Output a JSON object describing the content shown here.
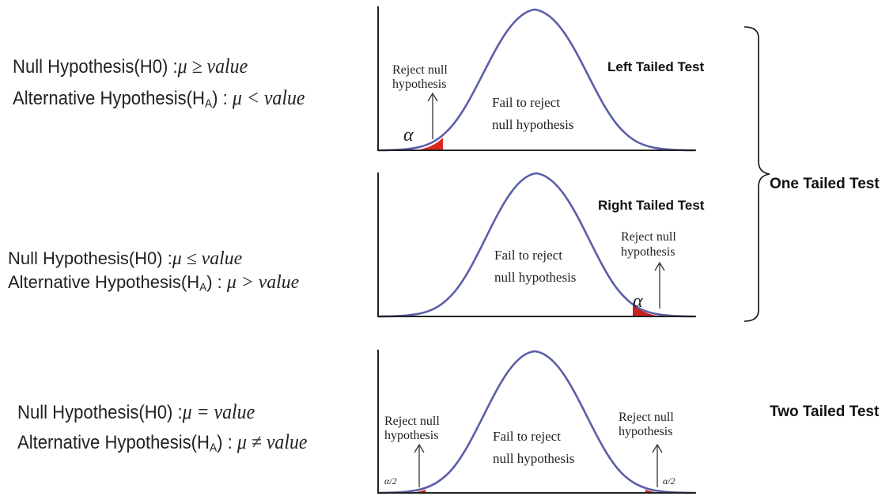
{
  "hypotheses": {
    "left": {
      "null_label": "Null Hypothesis(H0) :",
      "null_expr": "μ ≥ value",
      "alt_label_pre": "Alternative Hypothesis(H",
      "alt_sub": "A",
      "alt_label_post": ") :",
      "alt_expr": "μ  < value"
    },
    "right": {
      "null_label": "Null Hypothesis(H0) :",
      "null_expr": "μ ≤ value",
      "alt_label_pre": "Alternative Hypothesis(H",
      "alt_sub": "A",
      "alt_label_post": ") :",
      "alt_expr": "μ  > value"
    },
    "two": {
      "null_label": "Null Hypothesis(H0) :",
      "null_expr": "μ = value",
      "alt_label_pre": "Alternative Hypothesis(H",
      "alt_sub": "A",
      "alt_label_post": ") :",
      "alt_expr": "μ ≠ value"
    }
  },
  "panels": {
    "left": {
      "reject_line1": "Reject null",
      "reject_line2": "hypothesis",
      "fail_line1": "Fail to reject",
      "fail_line2": "null hypothesis",
      "alpha": "α"
    },
    "right": {
      "reject_line1": "Reject null",
      "reject_line2": "hypothesis",
      "fail_line1": "Fail to reject",
      "fail_line2": "null hypothesis",
      "alpha": "α"
    },
    "two": {
      "reject_left_line1": "Reject null",
      "reject_left_line2": "hypothesis",
      "reject_right_line1": "Reject null",
      "reject_right_line2": "hypothesis",
      "fail_line1": "Fail to reject",
      "fail_line2": "null hypothesis",
      "alpha_half": "α/2"
    }
  },
  "labels": {
    "left_tailed": "Left Tailed Test",
    "right_tailed": "Right Tailed Test",
    "one_tailed": "One Tailed Test",
    "two_tailed": "Two Tailed Test"
  },
  "colors": {
    "curve": "#5a5ea8",
    "reject_region": "#d9281c",
    "axis": "#222222",
    "text": "#222222"
  }
}
